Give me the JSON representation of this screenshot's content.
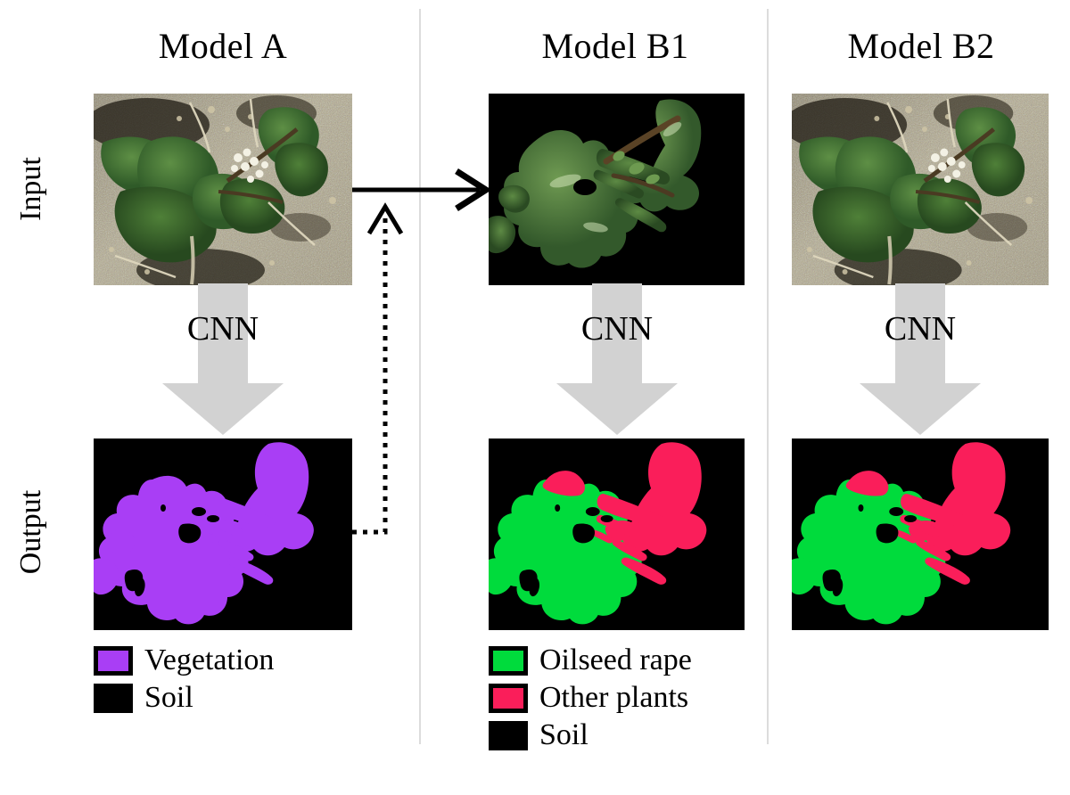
{
  "figure": {
    "type": "pipeline-diagram",
    "row_labels": [
      "Input",
      "Output"
    ],
    "process_label": "CNN"
  },
  "columns": [
    {
      "id": "model-a",
      "title": "Model A",
      "input_kind": "rgb-field-photo",
      "output_kind": "binary-vegetation-mask",
      "process": "CNN",
      "legend": [
        {
          "label": "Vegetation",
          "color": "#a93ef5"
        },
        {
          "label": "Soil",
          "color": "#000000"
        }
      ]
    },
    {
      "id": "model-b1",
      "title": "Model B1",
      "input_kind": "background-removed-plant",
      "output_kind": "two-class-species-mask",
      "process": "CNN",
      "legend": [
        {
          "label": "Oilseed rape",
          "color": "#00db3c"
        },
        {
          "label": "Other plants",
          "color": "#fa1e5a"
        },
        {
          "label": "Soil",
          "color": "#000000"
        }
      ]
    },
    {
      "id": "model-b2",
      "title": "Model B2",
      "input_kind": "rgb-field-photo",
      "output_kind": "two-class-species-mask",
      "process": "CNN",
      "legend": []
    }
  ],
  "connectors": [
    {
      "id": "a-input-to-b1-input",
      "style": "solid",
      "from": "model-a-input",
      "to": "model-b1-input"
    },
    {
      "id": "a-output-feedback",
      "style": "dotted",
      "from": "model-a-output",
      "to": "a-input-to-b1-input"
    }
  ],
  "colors": {
    "vegetation": "#a93ef5",
    "oilseed_rape": "#00db3c",
    "other_plants": "#fa1e5a",
    "soil": "#000000",
    "cnn_arrow": "#d2d2d2",
    "divider": "#dcdcdc"
  }
}
